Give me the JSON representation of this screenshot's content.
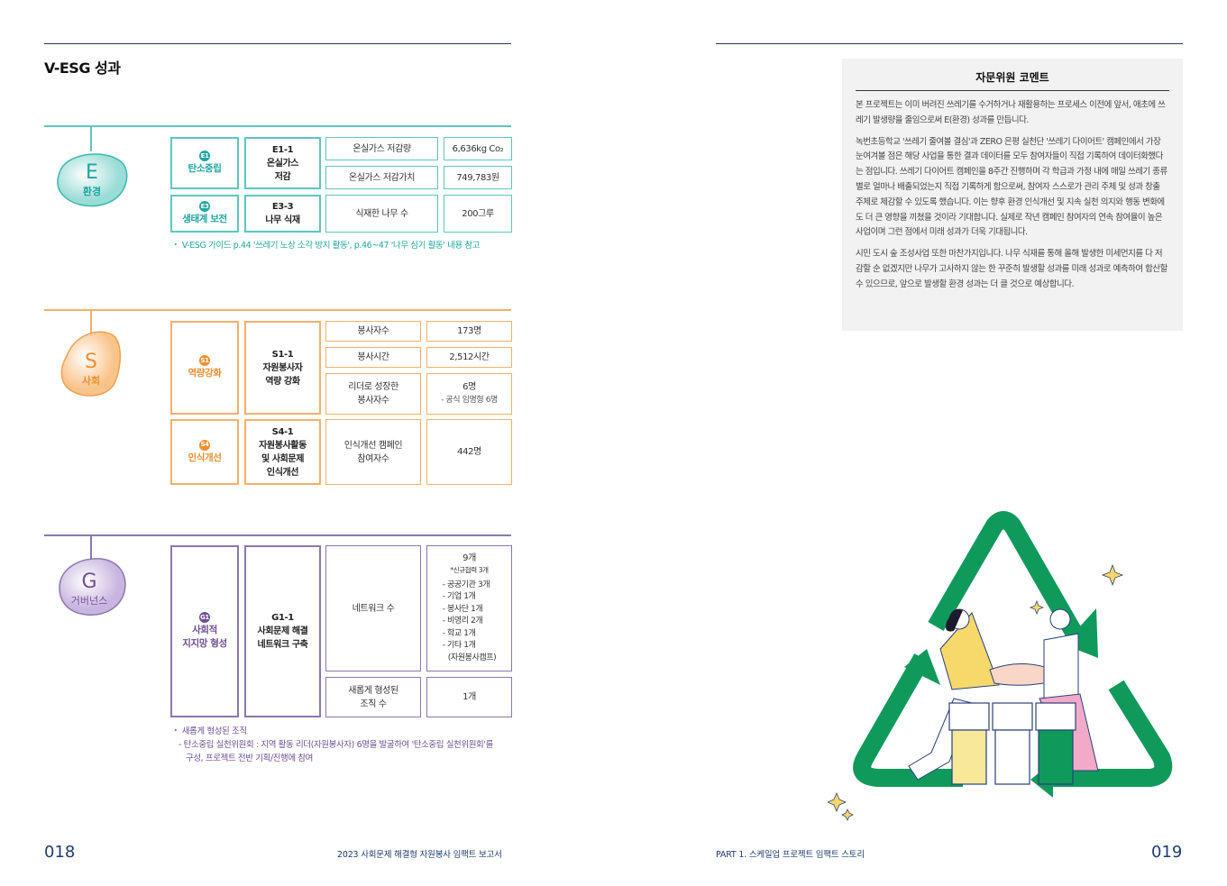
{
  "left_page": {
    "title": "V-ESG 성과",
    "page_number": "018",
    "footer": "2023 사회문제 해결형 자원봉사 임팩트 보고서",
    "environment": {
      "letter": "E",
      "label": "환경",
      "groups": [
        {
          "badge": "E1",
          "category": "탄소중립",
          "sub": [
            "E1-1",
            "온실가스",
            "저감"
          ],
          "metrics": [
            {
              "name": "온실가스 저감량",
              "value": "6,636kg Co₂"
            },
            {
              "name": "온실가스 저감가치",
              "value": "749,783원"
            }
          ]
        },
        {
          "badge": "E3",
          "category": "생태계 보전",
          "sub": [
            "E3-3",
            "나무 식재"
          ],
          "metrics": [
            {
              "name": "식재한 나무 수",
              "value": "200그루"
            }
          ]
        }
      ],
      "note": "・ V-ESG 가이드 p.44 '쓰레기 노상 소각 방지 활동', p.46~47 '나무 심기 활동' 내용 참고"
    },
    "social": {
      "letter": "S",
      "label": "사회",
      "groups": [
        {
          "badge": "S1",
          "category": "역량강화",
          "sub": [
            "S1-1",
            "자원봉사자",
            "역량 강화"
          ],
          "metrics": [
            {
              "name": "봉사자수",
              "value": "173명"
            },
            {
              "name": "봉사시간",
              "value": "2,512시간"
            },
            {
              "name": "리더로 성장한",
              "name2": "봉사자수",
              "value": "6명",
              "value_note": "- 공식 임명형 6명"
            }
          ]
        },
        {
          "badge": "S4",
          "category": "인식개선",
          "sub": [
            "S4-1",
            "자원봉사활동",
            "및 사회문제",
            "인식개선"
          ],
          "metrics": [
            {
              "name": "인식개선 캠페인",
              "name2": "참여자수",
              "value": "442명"
            }
          ]
        }
      ]
    },
    "governance": {
      "letter": "G",
      "label": "거버넌스",
      "group": {
        "badge": "G1",
        "category": [
          "사회적",
          "지지망 형성"
        ],
        "sub": [
          "G1-1",
          "사회문제 해결",
          "네트워크 구축"
        ],
        "metrics": [
          {
            "name": "네트워크 수",
            "value": "9개",
            "value_note": "*신규협력 3개",
            "breakdown": [
              "- 공공기관 3개",
              "- 기업 1개",
              "- 봉사단 1개",
              "- 비영리 2개",
              "- 학교 1개",
              "- 기타 1개",
              "(자원봉사캠프)"
            ]
          },
          {
            "name": "새롭게 형성된",
            "name2": "조직 수",
            "value": "1개"
          }
        ]
      },
      "notes": [
        "・ 새롭게 형성된 조직",
        "- 탄소중립 실천위원회 : 지역 활동 리더(자원봉사자) 6명을 발굴하여 '탄소중립 실천위원회'를",
        "구성, 프로젝트 전반 기획/진행에 참여"
      ]
    }
  },
  "right_page": {
    "page_number": "019",
    "footer": "PART 1. 스케일업 프로젝트 임팩트 스토리",
    "comment": {
      "title": "자문위원 코멘트",
      "paragraphs": [
        "본 프로젝트는 이미 버려진 쓰레기를 수거하거나 재활용하는 프로세스 이전에 앞서, 애초에 쓰레기 발생량을 줄임으로써 E(환경) 성과를 만듭니다.",
        "녹번초등학교 '쓰레기 줄여볼 결심'과 ZERO 은평 실천단 '쓰레기 다이어트' 캠페인에서 가장 눈여겨볼 점은 해당 사업을 통한 결과 데이터를 모두 참여자들이 직접 기록하여 데이터화했다는 점입니다. 쓰레기 다이어트 캠페인을 8주간 진행하며 각 학급과 가정 내에 매일 쓰레기 종류별로 얼마나 배출되었는지 직접 기록하게 함으로써, 참여자 스스로가 관리 주체 및 성과 창출 주체로 체감할 수 있도록 했습니다. 이는 향후 환경 인식개선 및 지속 실천 의지와 행동 변화에도 더 큰 영향을 끼쳤을 것이라 기대합니다. 실제로 작년 캠페인 참여자의 연속 참여율이 높은 사업이며 그런 점에서 미래 성과가 더욱 기대됩니다.",
        "시민 도시 숲 조성사업 또한 마찬가지입니다. 나무 식재를 통해 올해 발생한 미세먼지를 다 저감할 순 없겠지만 나무가 고사하지 않는 한 꾸준히 발생할 성과를 미래 성과로 예측하여 합산할 수 있으므로, 앞으로 발생할 환경 성과는 더 클 것으로 예상합니다."
      ]
    }
  },
  "colors": {
    "environment": "#5cc7c0",
    "social": "#f5b06a",
    "governance": "#8c77ab",
    "navy": "#1f3b5c",
    "recycle_green": "#0f9a5c"
  }
}
